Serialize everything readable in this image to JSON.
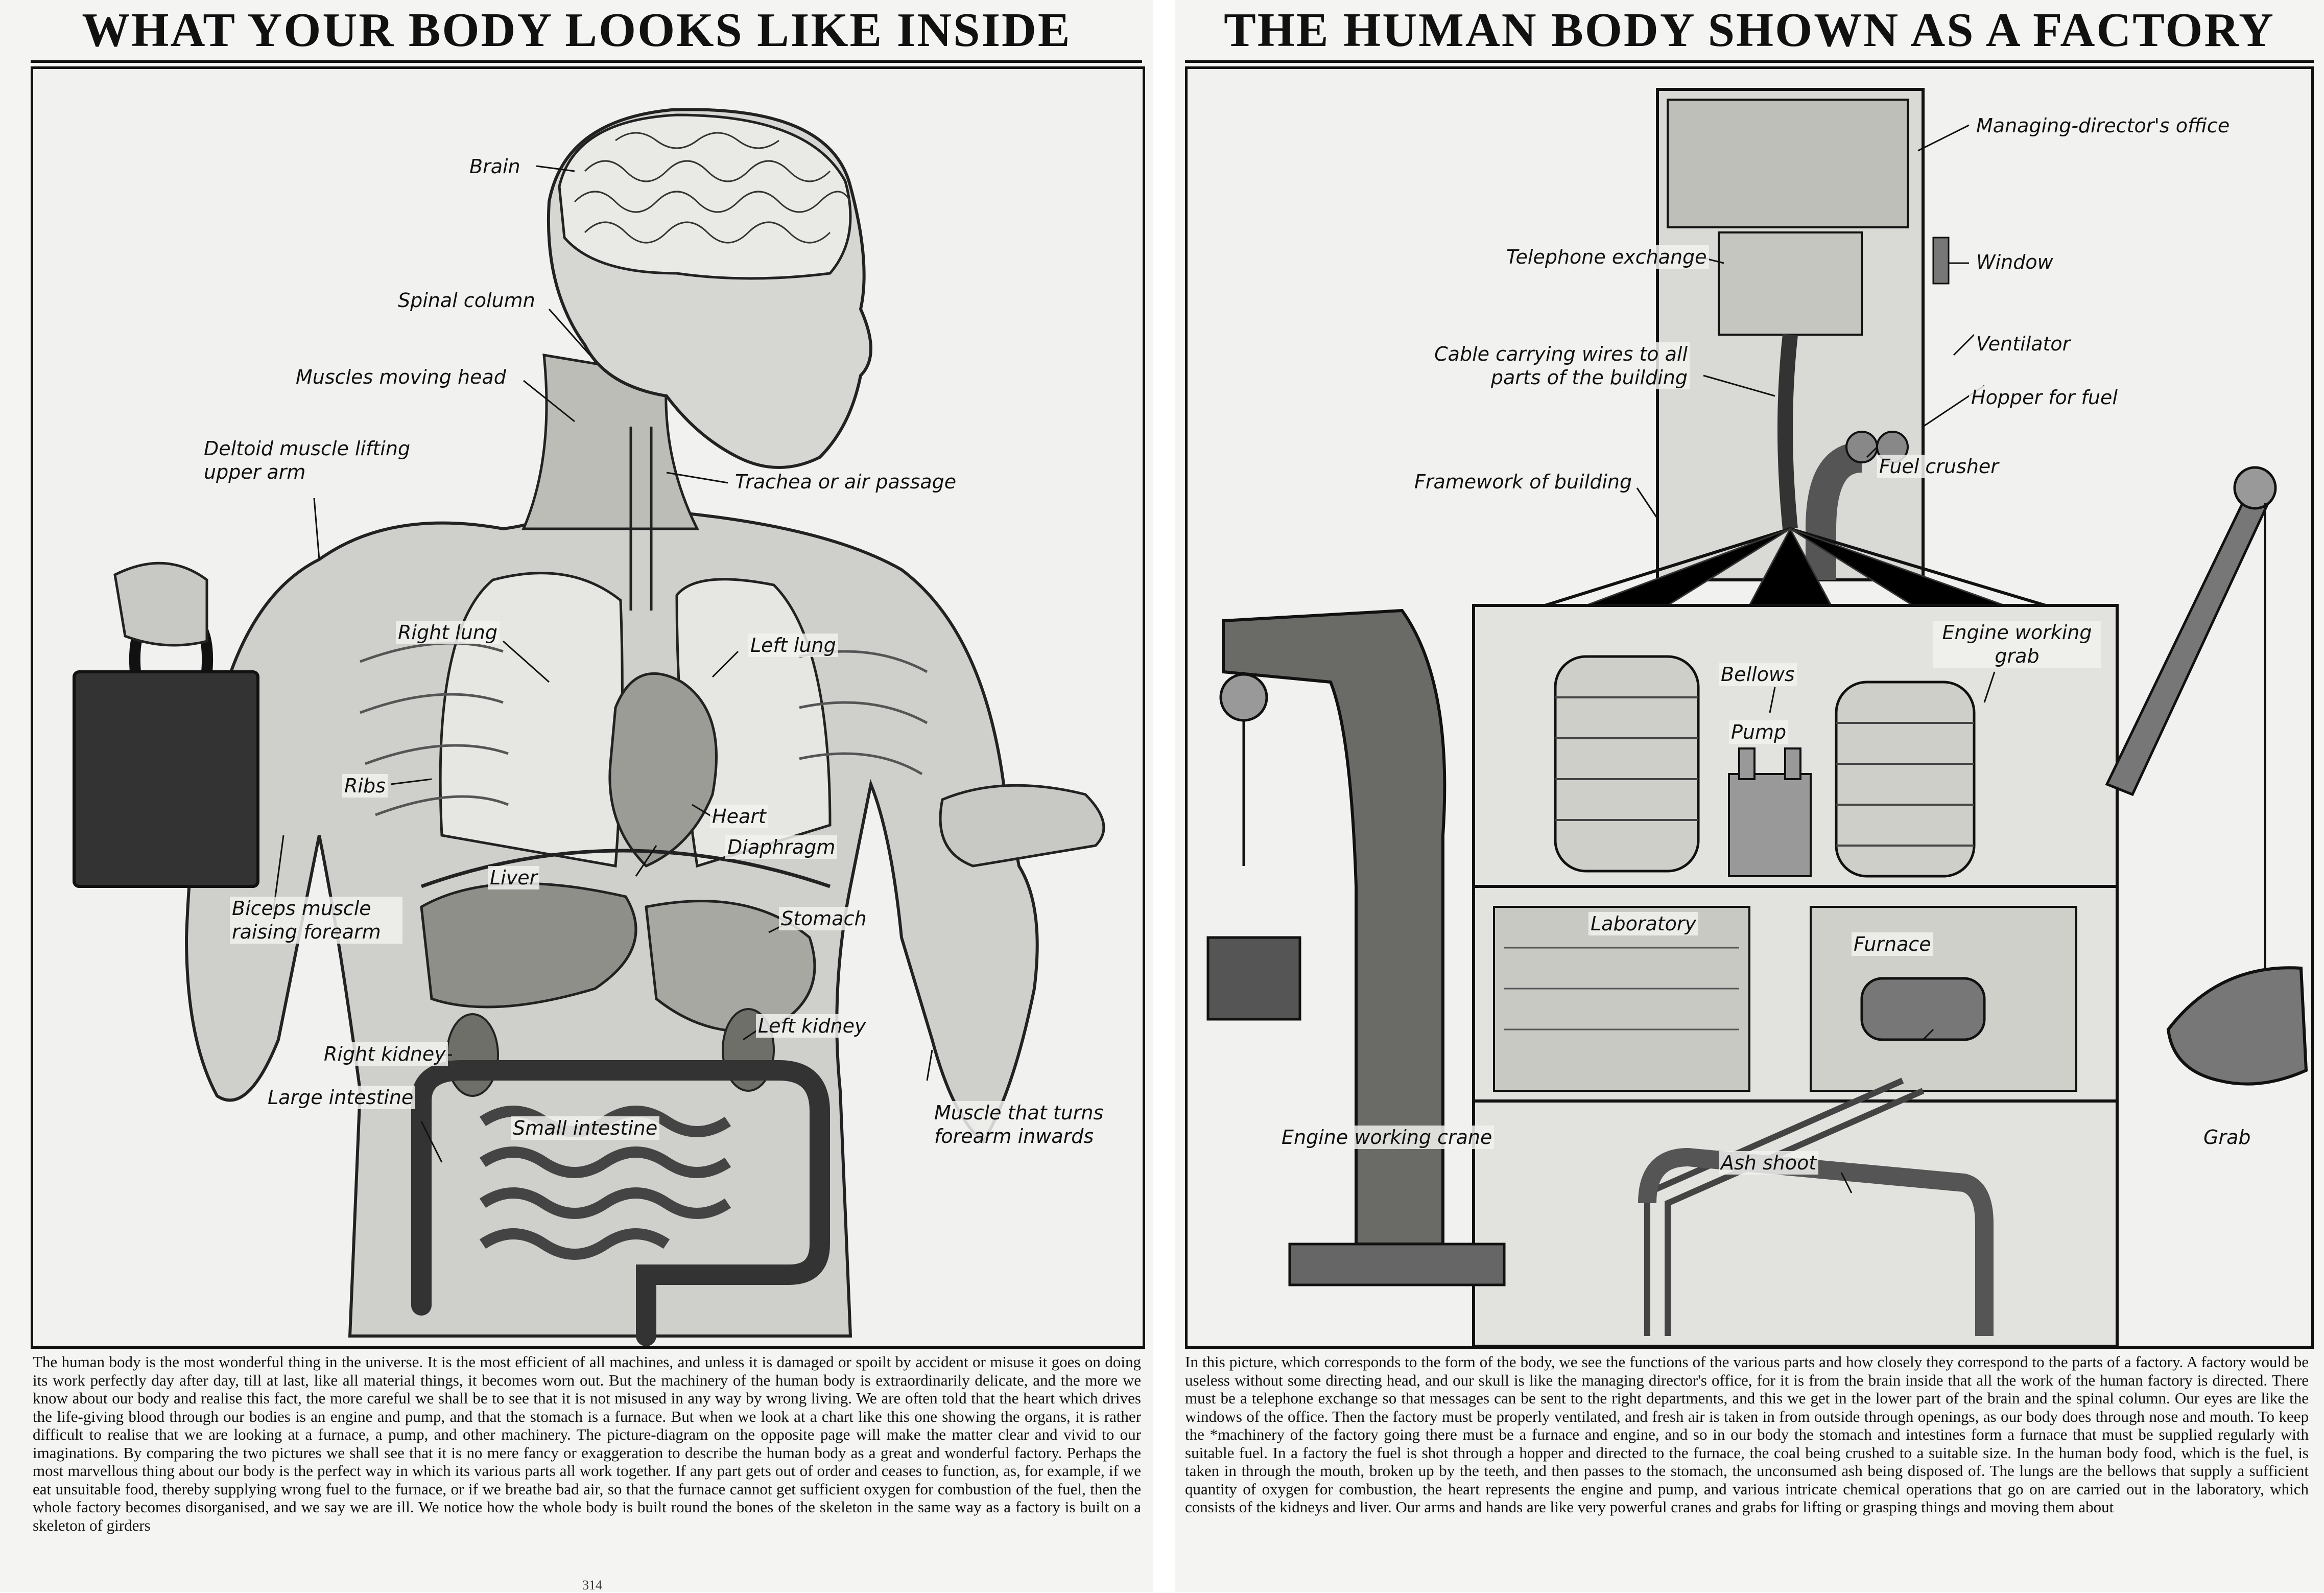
{
  "left_page": {
    "title": "WHAT YOUR BODY LOOKS LIKE INSIDE",
    "labels": {
      "brain": "Brain",
      "spinal_column": "Spinal column",
      "muscles_moving_head": "Muscles moving head",
      "deltoid_muscle": "Deltoid muscle lifting upper arm",
      "trachea": "Trachea or air passage",
      "right_lung": "Right lung",
      "left_lung": "Left lung",
      "ribs": "Ribs",
      "heart": "Heart",
      "diaphragm": "Diaphragm",
      "liver": "Liver",
      "stomach": "Stomach",
      "biceps_muscle": "Biceps muscle raising forearm",
      "right_kidney": "Right kidney",
      "left_kidney": "Left kidney",
      "large_intestine": "Large intestine",
      "small_intestine": "Small intestine",
      "forearm_muscle": "Muscle that turns forearm inwards"
    },
    "body_text": "The human body is the most wonderful thing in the universe. It is the most efficient of all machines, and unless it is damaged or spoilt by accident or misuse it goes on doing its work perfectly day after day, till at last, like all material things, it becomes worn out. But the machinery of the human body is extraordinarily delicate, and the more we know about our body and realise this fact, the more careful we shall be to see that it is not misused in any way by wrong living. We are often told that the heart which drives the life-giving blood through our bodies is an engine and pump, and that the stomach is a furnace. But when we look at a chart like this one showing the organs, it is rather difficult to realise that we are looking at a furnace, a pump, and other machinery. The picture-diagram on the opposite page will make the matter clear and vivid to our imaginations. By comparing the two pictures we shall see that it is no mere fancy or exaggeration to describe the human body as a great and wonderful factory. Perhaps the most marvellous thing about our body is the perfect way in which its various parts all work together. If any part gets out of order and ceases to function, as, for example, if we eat unsuitable food, thereby supplying wrong fuel to the furnace, or if we breathe bad air, so that the furnace cannot get sufficient oxygen for combustion of the fuel, then the whole factory becomes disorganised, and we say we are ill. We notice how the whole body is built round the bones of the skeleton in the same way as a factory is built on a skeleton of girders",
    "folio": "314"
  },
  "right_page": {
    "title": "THE HUMAN BODY SHOWN AS A FACTORY",
    "labels": {
      "managing_office": "Managing-director's office",
      "telephone_exchange": "Telephone exchange",
      "window": "Window",
      "cable": "Cable carrying wires to all parts of the building",
      "ventilator": "Ventilator",
      "hopper": "Hopper for fuel",
      "fuel_crusher": "Fuel crusher",
      "framework": "Framework of building",
      "engine_grab": "Engine working grab",
      "bellows": "Bellows",
      "pump": "Pump",
      "laboratory": "Laboratory",
      "furnace": "Furnace",
      "engine_crane": "Engine working crane",
      "ash_shoot": "Ash shoot",
      "grab": "Grab"
    },
    "body_text": "In this picture, which corresponds to the form of the body, we see the functions of the various parts and how closely they correspond to the parts of a factory. A factory would be useless without some directing head, and our skull is like the managing director's office, for it is from the brain inside that all the work of the human factory is directed. There must be a telephone exchange so that messages can be sent to the right departments, and this we get in the lower part of the brain and the spinal column. Our eyes are like the windows of the office. Then the factory must be properly ventilated, and fresh air is taken in from outside through openings, as our body does through nose and mouth. To keep the *machinery of the factory going there must be a furnace and engine, and so in our body the stomach and intestines form a furnace that must be supplied regularly with suitable fuel. In a factory the fuel is shot through a hopper and directed to the furnace, the coal being crushed to a suitable size. In the human body food, which is the fuel, is taken in through the mouth, broken up by the teeth, and then passes to the stomach, the unconsumed ash being disposed of. The lungs are the bellows that supply a sufficient quantity of oxygen for combustion, the heart represents the engine and pump, and various intricate chemical operations that go on are carried out in the laboratory, which consists of the kidneys and liver. Our arms and hands are like very powerful cranes and grabs for lifting or grasping things and moving them about"
  }
}
